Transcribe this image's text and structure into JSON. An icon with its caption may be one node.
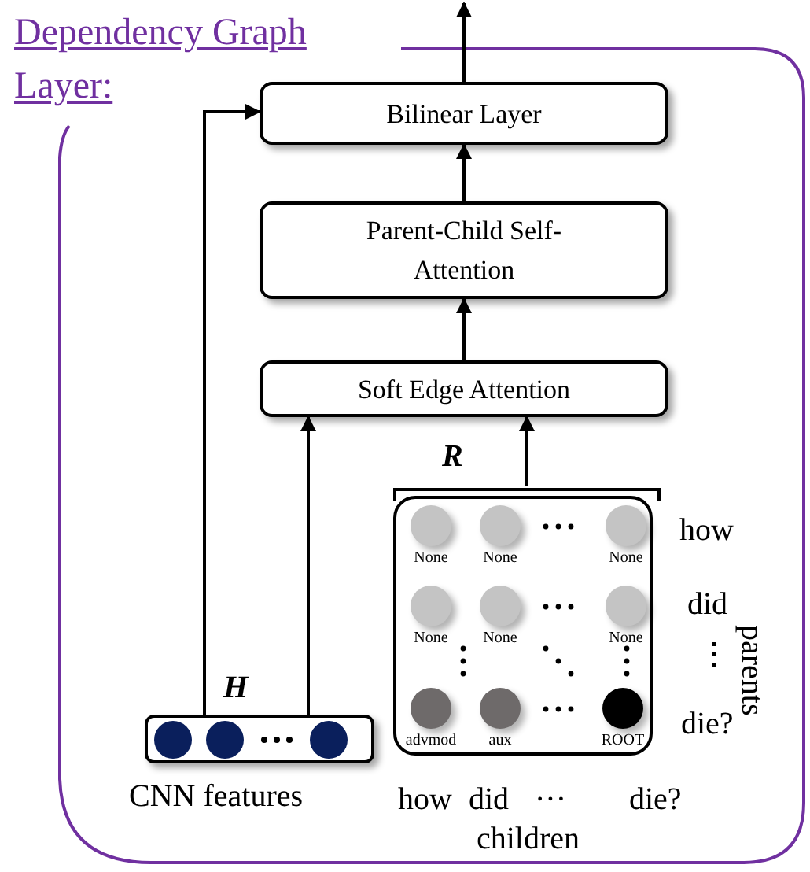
{
  "diagram": {
    "nodes": [
      {
        "text": [
          "Dependency Graph Layer:"
        ]
      },
      {
        "text": [
          "Bilinear Layer"
        ],
        "in": 0
      },
      {
        "text": [
          "Parent-Child Self-Attention"
        ],
        "in": 0
      },
      {
        "text": [
          "Soft Edge Attention"
        ],
        "in": 0
      },
      {
        "text": [
          "None",
          "None",
          "None",
          "None",
          "None",
          "None",
          "advmod",
          "aux",
          "ROOT"
        ],
        "beside": [
          "R"
        ],
        "in": 0
      },
      {
        "text": [],
        "shape": "bar",
        "beside": [
          "H",
          "CNN features"
        ],
        "in": 0
      }
    ],
    "edges": [
      {
        "from": 1,
        "to": null,
        "arrow": "to"
      },
      {
        "from": 2,
        "to": 1,
        "arrow": "to"
      },
      {
        "from": 3,
        "to": 2,
        "arrow": "to"
      },
      {
        "from": 4,
        "to": 3,
        "arrow": "to"
      },
      {
        "from": 5,
        "to": 3,
        "arrow": "to"
      },
      {
        "from": 5,
        "to": 1,
        "arrow": "to"
      }
    ],
    "labels": [
      "how",
      "did",
      "⋮",
      "die?",
      "parents",
      "how",
      "did",
      "···",
      "die?",
      "children"
    ]
  }
}
